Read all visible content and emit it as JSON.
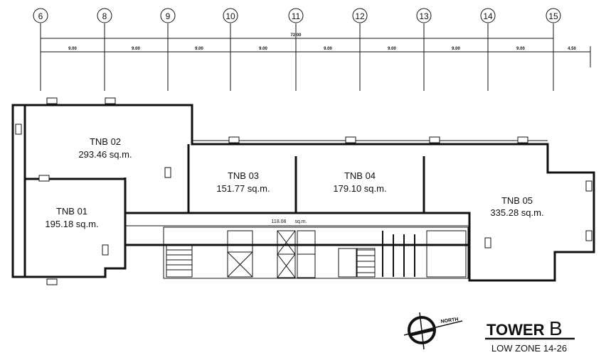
{
  "grid_lines": [
    "6",
    "8",
    "9",
    "10",
    "11",
    "12",
    "13",
    "14",
    "15"
  ],
  "dimensions": {
    "overall": "72.00",
    "spans": [
      "9.00",
      "9.00",
      "9.00",
      "9.00",
      "9.00",
      "9.00",
      "9.00",
      "9.00",
      "4.50"
    ]
  },
  "units": [
    {
      "name": "TNB 01",
      "area": "195.18 sq.m."
    },
    {
      "name": "TNB 02",
      "area": "293.46 sq.m."
    },
    {
      "name": "TNB 03",
      "area": "151.77 sq.m."
    },
    {
      "name": "TNB 04",
      "area": "179.10 sq.m."
    },
    {
      "name": "TNB 05",
      "area": "335.28 sq.m."
    }
  ],
  "corridor_area": {
    "value": "118.08",
    "unit": "sq.m."
  },
  "north_label": "NORTH",
  "title": {
    "tower": "TOWER",
    "letter": "B",
    "zone": "LOW ZONE 14-26"
  }
}
